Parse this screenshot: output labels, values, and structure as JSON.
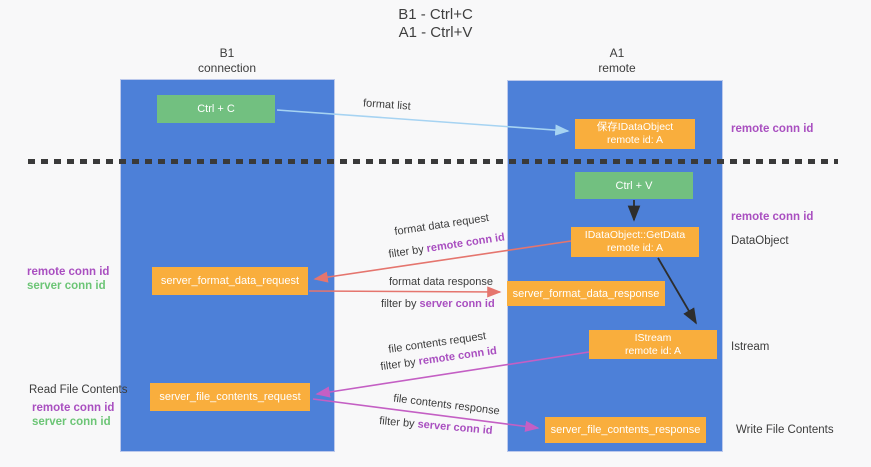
{
  "title": {
    "line1": "B1 - Ctrl+C",
    "line2": "A1 - Ctrl+V"
  },
  "columns": {
    "left": {
      "name": "B1",
      "role": "connection"
    },
    "right": {
      "name": "A1",
      "role": "remote"
    }
  },
  "boxes": {
    "ctrl_c": {
      "label": "Ctrl + C"
    },
    "save_dataobject": {
      "line1": "保存IDataObject",
      "line2": "remote id: A"
    },
    "ctrl_v": {
      "label": "Ctrl + V"
    },
    "getdata": {
      "line1": "IDataObject::GetData",
      "line2": "remote id: A"
    },
    "format_request": {
      "label": "server_format_data_request"
    },
    "format_response": {
      "label": "server_format_data_response"
    },
    "istream": {
      "line1": "IStream",
      "line2": "remote id: A"
    },
    "file_request": {
      "label": "server_file_contents_request"
    },
    "file_response": {
      "label": "server_file_contents_response"
    }
  },
  "arrows": {
    "format_list": {
      "label": "format list"
    },
    "format_request": {
      "label": "format data request",
      "filter_prefix": "filter by ",
      "filter_key": "remote conn id"
    },
    "format_response": {
      "label": "format data response",
      "filter_prefix": "filter by ",
      "filter_key": "server conn id"
    },
    "file_request": {
      "label": "file contents request",
      "filter_prefix": "filter by ",
      "filter_key": "remote conn id"
    },
    "file_response": {
      "label": "file contents response",
      "filter_prefix": "filter by ",
      "filter_key": "server conn id"
    }
  },
  "side_labels": {
    "right_top_conn_id": "remote conn id",
    "right_mid_conn_id": "remote conn id",
    "dataobject": "DataObject",
    "istream": "Istream",
    "write_file_contents": "Write File Contents",
    "mid_left_remote": "remote conn id",
    "mid_left_server": "server conn id",
    "read_file_contents": "Read File Contents",
    "bottom_left_remote": "remote conn id",
    "bottom_left_server": "server conn id"
  },
  "colors": {
    "column_blue": "#4d80d8",
    "box_green": "#72c080",
    "box_orange": "#f9ae3d",
    "text_purple": "#a94fc0",
    "text_green": "#6cc576",
    "arrow_lightblue": "#a6d3f2",
    "arrow_salmon": "#e5756e",
    "arrow_magenta": "#c45fc4",
    "arrow_black": "#2d2d2d"
  }
}
